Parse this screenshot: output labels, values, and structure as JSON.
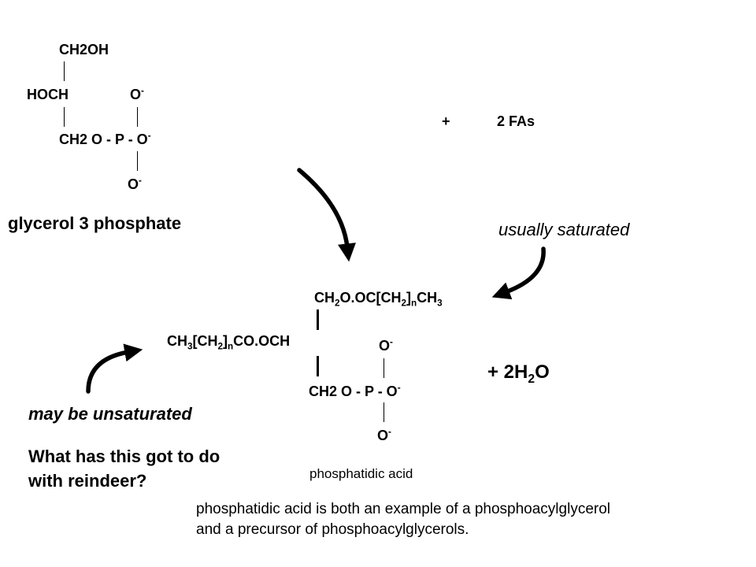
{
  "g3p": {
    "l1": "CH2OH",
    "l2_left": "HOCH",
    "o": "O",
    "minus": "-",
    "l3_left": "CH2 O - P - O",
    "o_bottom": "O",
    "name": "glycerol 3 phosphate"
  },
  "plus_fas": {
    "plus": "+",
    "fas": "2 FAs"
  },
  "usually_saturated": "usually saturated",
  "pa": {
    "top_a": "CH",
    "top_s1": "2",
    "top_b": "O.OC[CH",
    "top_s2": "2",
    "top_c": "]",
    "top_s3": "n",
    "top_d": "CH",
    "top_s4": "3",
    "mid_a": "CH",
    "mid_s1": "3",
    "mid_b": "[CH",
    "mid_s2": "2",
    "mid_c": "]",
    "mid_s3": "n",
    "mid_d": "CO.OCH",
    "o": "O",
    "minus": "-",
    "bot_left": "CH2 O - P - O",
    "o_bottom": "O",
    "name": "phosphatidic acid"
  },
  "water": {
    "a": "+ 2H",
    "s": "2",
    "b": "O"
  },
  "may_be_unsaturated": "may be unsaturated",
  "question": {
    "line1": "What has this got to do",
    "line2": "with reindeer?"
  },
  "caption": {
    "line1": "phosphatidic acid is both an example of a phosphoacylglycerol",
    "line2": "and a precursor of phosphoacylglycerols."
  }
}
